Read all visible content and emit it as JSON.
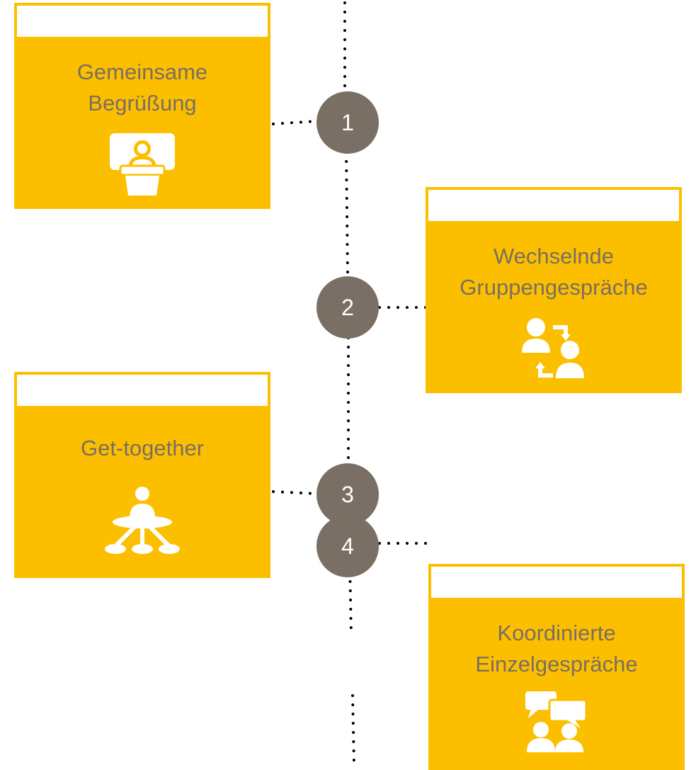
{
  "steps": [
    {
      "number": "1",
      "title": "Gemeinsame\nBegrüßung",
      "icon": "speaker-podium-icon"
    },
    {
      "number": "2",
      "title": "Wechselnde\nGruppengespräche",
      "icon": "people-exchange-icon"
    },
    {
      "number": "3",
      "title": "Get-together",
      "icon": "round-table-icon"
    },
    {
      "number": "4",
      "title": "Koordinierte\nEinzelgespräche",
      "icon": "conversation-icon"
    }
  ],
  "colors": {
    "card": "#fcbf00",
    "node": "#7a6f64",
    "text": "#7a6e63"
  }
}
